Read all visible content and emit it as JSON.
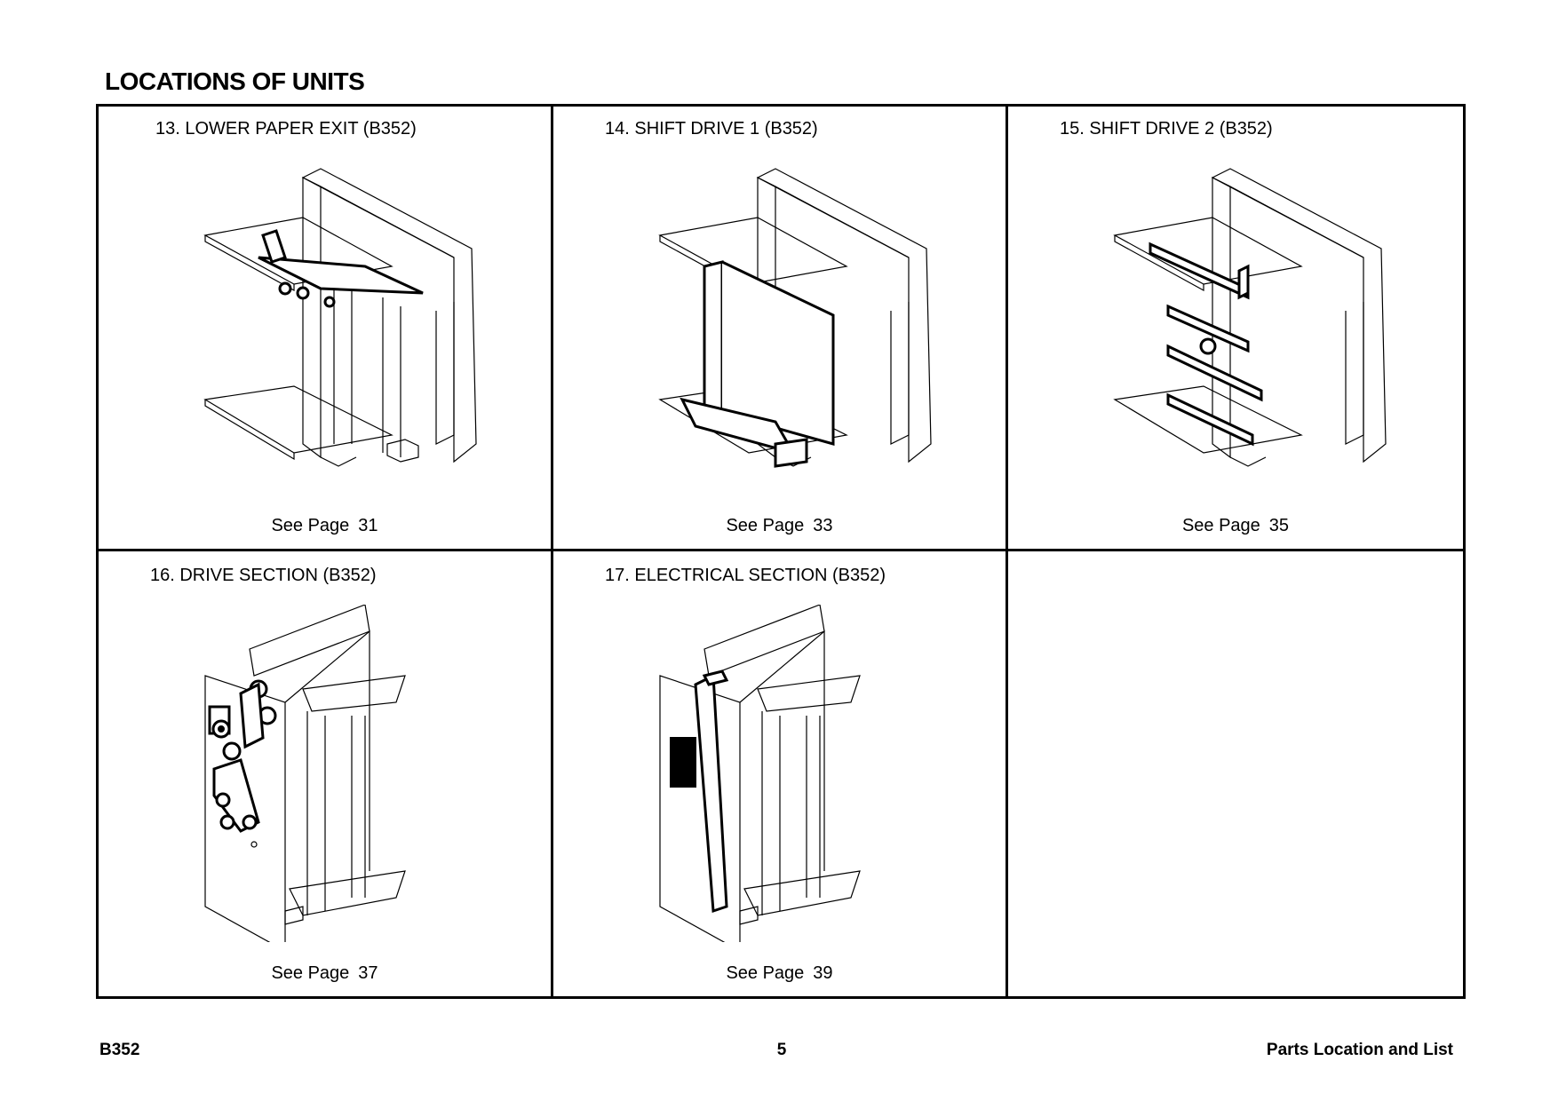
{
  "page": {
    "heading": "LOCATIONS OF UNITS"
  },
  "units": [
    {
      "title": "13. LOWER PAPER EXIT (B352)",
      "see_label": "See Page",
      "page": "31",
      "highlight": "paper-exit-assembly"
    },
    {
      "title": "14. SHIFT DRIVE 1 (B352)",
      "see_label": "See Page",
      "page": "33",
      "highlight": "shift-frame"
    },
    {
      "title": "15. SHIFT DRIVE 2 (B352)",
      "see_label": "See Page",
      "page": "35",
      "highlight": "shift-rails"
    },
    {
      "title": "16. DRIVE SECTION (B352)",
      "see_label": "See Page",
      "page": "37",
      "highlight": "drive-gears-belt"
    },
    {
      "title": "17. ELECTRICAL SECTION (B352)",
      "see_label": "See Page",
      "page": "39",
      "highlight": "circuit-board"
    }
  ],
  "footer": {
    "model": "B352",
    "page_number": "5",
    "section": "Parts Location and List"
  }
}
